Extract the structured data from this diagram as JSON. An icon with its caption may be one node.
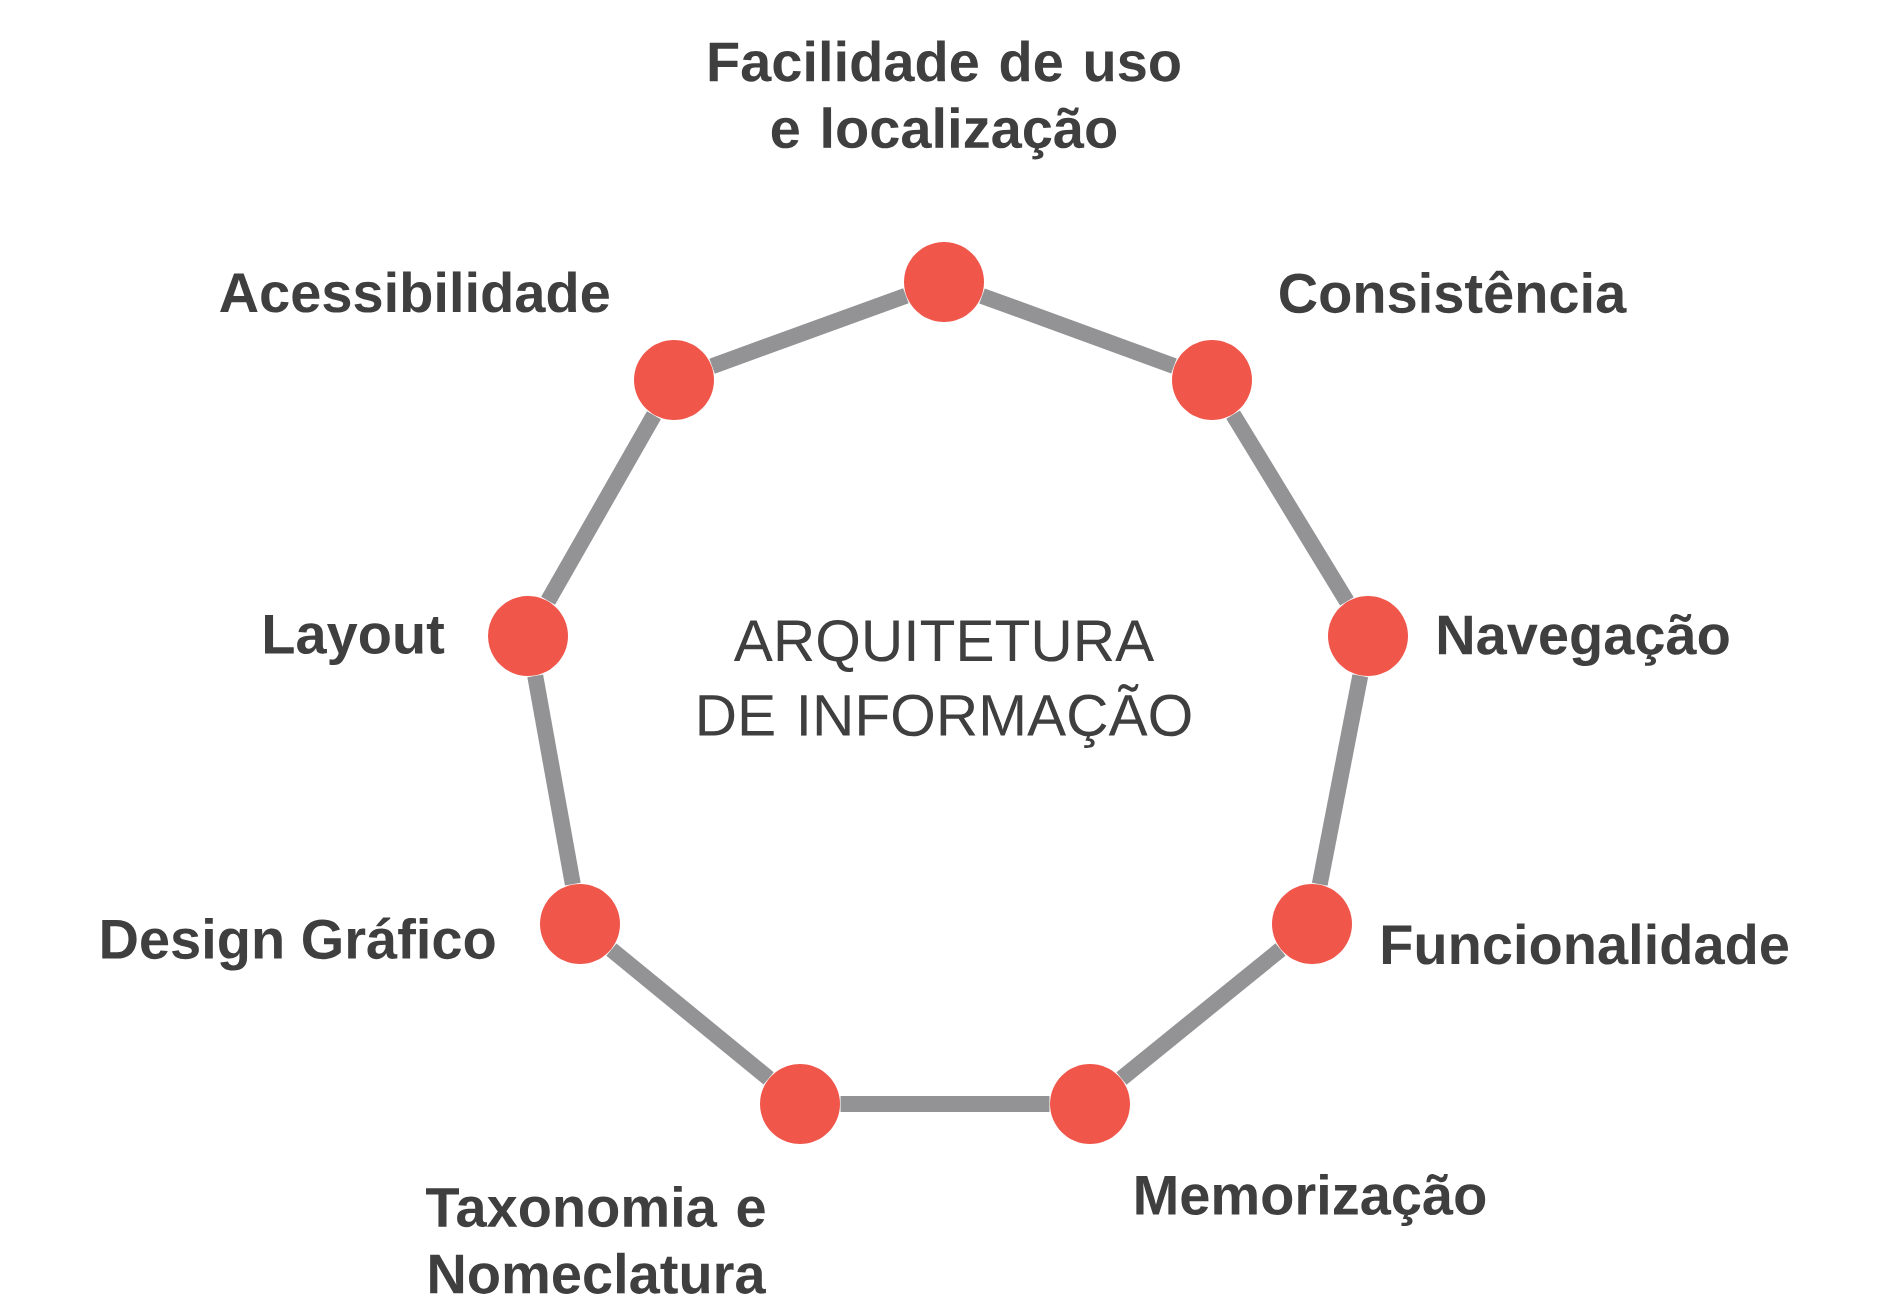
{
  "diagram": {
    "nodes": [
      {
        "text": [],
        "shape": "circle",
        "beside": [
          "Facilidade de uso e localização"
        ]
      },
      {
        "text": [],
        "shape": "circle",
        "beside": [
          "Consistência"
        ]
      },
      {
        "text": [],
        "shape": "circle",
        "beside": [
          "Navegação"
        ]
      },
      {
        "text": [],
        "shape": "circle",
        "beside": [
          "Funcionalidade"
        ]
      },
      {
        "text": [],
        "shape": "circle",
        "beside": [
          "Memorização"
        ]
      },
      {
        "text": [],
        "shape": "circle",
        "beside": [
          "Taxonomia e Nomeclatura"
        ]
      },
      {
        "text": [],
        "shape": "circle",
        "beside": [
          "Design Gráfico"
        ]
      },
      {
        "text": [],
        "shape": "circle",
        "beside": [
          "Layout"
        ]
      },
      {
        "text": [],
        "shape": "circle",
        "beside": [
          "Acessibilidade"
        ]
      }
    ],
    "edges": [
      {
        "from": 0,
        "to": 1,
        "arrow": "none"
      },
      {
        "from": 1,
        "to": 2,
        "arrow": "none"
      },
      {
        "from": 2,
        "to": 3,
        "arrow": "none"
      },
      {
        "from": 3,
        "to": 4,
        "arrow": "none"
      },
      {
        "from": 4,
        "to": 5,
        "arrow": "none"
      },
      {
        "from": 5,
        "to": 6,
        "arrow": "none"
      },
      {
        "from": 6,
        "to": 7,
        "arrow": "none"
      },
      {
        "from": 7,
        "to": 8,
        "arrow": "none"
      },
      {
        "from": 8,
        "to": 0,
        "arrow": "none"
      }
    ],
    "labels": [
      "ARQUITETURA DE INFORMAÇÃO"
    ]
  }
}
